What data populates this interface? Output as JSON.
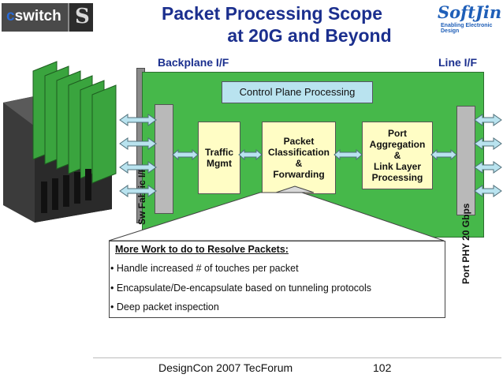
{
  "header": {
    "title_line1": "Packet Processing Scope",
    "title_line2": "at 20G and Beyond",
    "logo_left": {
      "prefix": "c",
      "rest": "switch"
    },
    "logo_right": {
      "name": "SoftJin",
      "tagline": "Enabling Electronic Design"
    }
  },
  "diagram": {
    "backplane_label": "Backplane I/F",
    "line_label": "Line I/F",
    "control_plane": "Control Plane Processing",
    "switch_fabric_label": "Sw Fabric I/F",
    "ports_label": "Port PHY 20 Gbps",
    "blocks": {
      "traffic": [
        "Traffic",
        "Mgmt"
      ],
      "packet": [
        "Packet",
        "Classification",
        "&",
        "Forwarding"
      ],
      "port": [
        "Port",
        "Aggregation",
        "&",
        "Link Layer",
        "Processing"
      ]
    }
  },
  "callout": {
    "heading": "More Work to do to Resolve Packets:",
    "items": [
      "Handle increased # of touches per packet",
      "Encapsulate/De-encapsulate based on tunneling protocols",
      "Deep packet inspection"
    ]
  },
  "footer": {
    "text": "DesignCon 2007 TecForum",
    "page": "102"
  },
  "colors": {
    "title": "#1b2f8e",
    "board": "#46b84a",
    "control_plane": "#b9e3ef",
    "blocks": "#fffdc5",
    "arrows": "#b9e3ef"
  }
}
